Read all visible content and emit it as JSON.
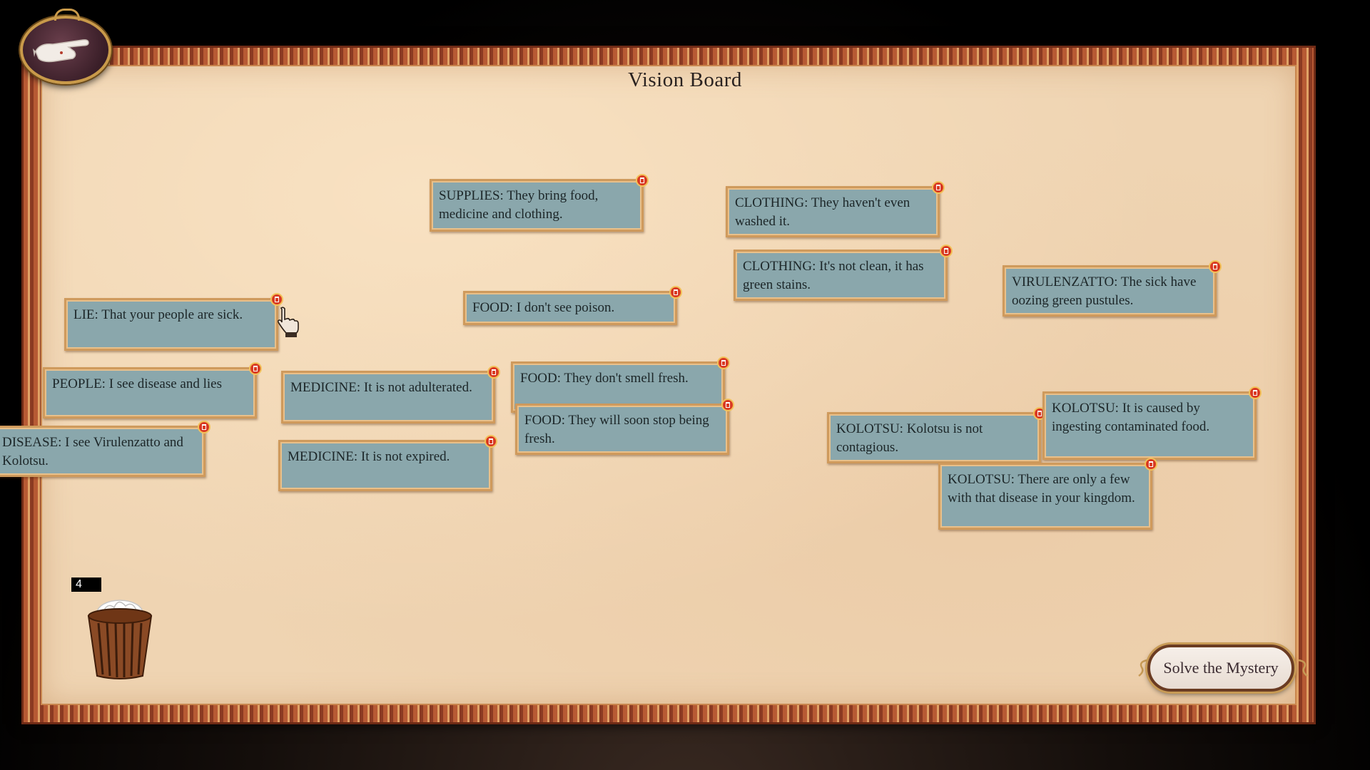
{
  "board": {
    "title": "Vision Board"
  },
  "notes": [
    {
      "text": "SUPPLIES: They bring food, medicine and clothing."
    },
    {
      "text": "CLOTHING: They haven't even washed it."
    },
    {
      "text": "CLOTHING: It's not clean, it has green stains."
    },
    {
      "text": "VIRULENZATTO: The sick have oozing green pustules."
    },
    {
      "text": "LIE: That your people are sick."
    },
    {
      "text": "FOOD: I don't see poison."
    },
    {
      "text": "PEOPLE: I see disease and lies"
    },
    {
      "text": "MEDICINE: It is not adulterated."
    },
    {
      "text": "FOOD: They don't smell fresh."
    },
    {
      "text": "FOOD: They will soon stop being fresh."
    },
    {
      "text": "DISEASE: I see Virulenzatto and Kolotsu."
    },
    {
      "text": "MEDICINE: It is not expired."
    },
    {
      "text": "KOLOTSU: Kolotsu is not contagious."
    },
    {
      "text": "KOLOTSU: It is caused by ingesting contaminated food."
    },
    {
      "text": "KOLOTSU: There are only a few with that disease in your kingdom."
    }
  ],
  "trash": {
    "count": "4"
  },
  "solve_button": {
    "label": "Solve the Mystery"
  },
  "colors": {
    "note_fill": "#8aa7ac",
    "note_border": "#cf9a5c",
    "board_bg": "#efd4b2",
    "delete_red": "#d93a23"
  },
  "icons": {
    "badge": "pointing-hand-icon",
    "delete": "trash-icon",
    "cursor": "hand-cursor-icon",
    "bin": "wastebasket-icon"
  }
}
